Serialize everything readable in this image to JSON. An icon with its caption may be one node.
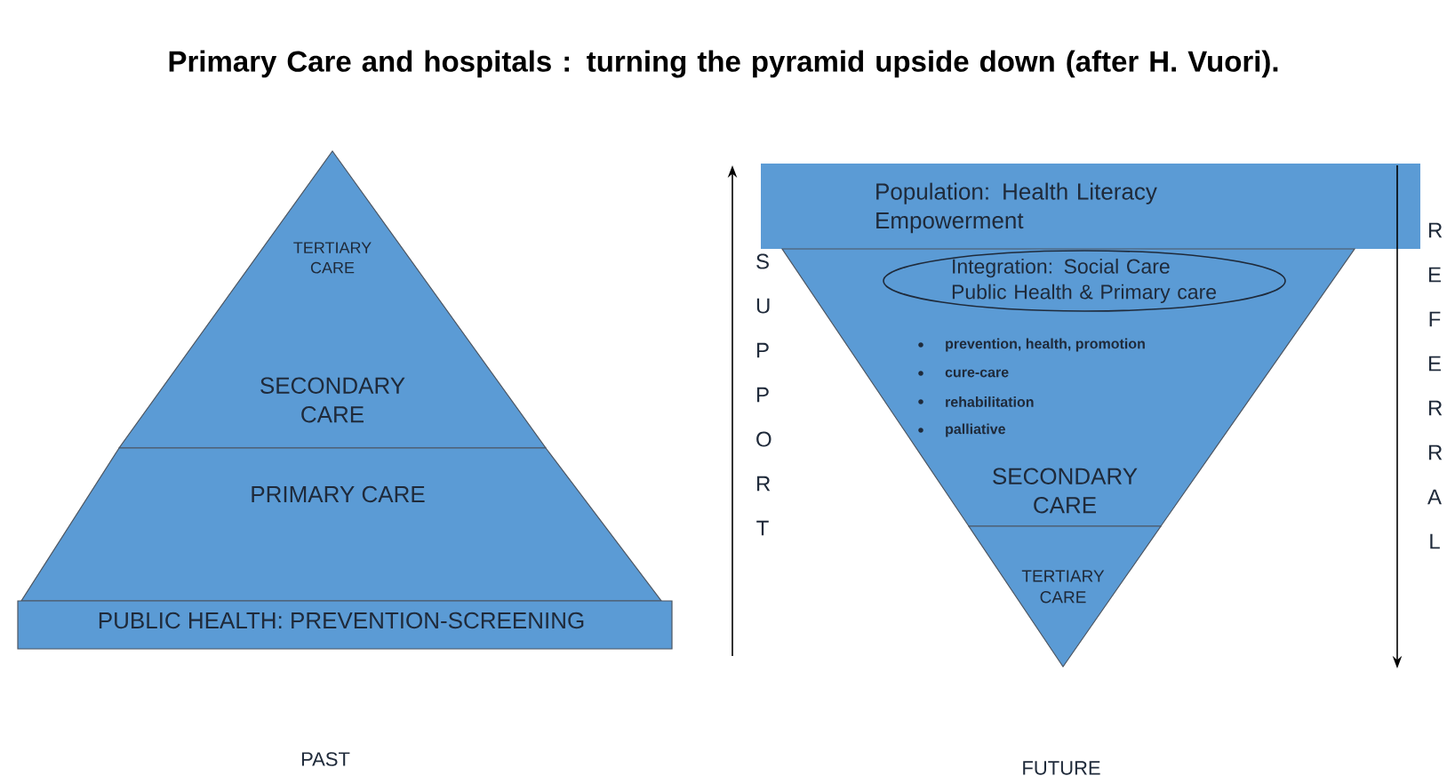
{
  "diagram": {
    "title": "Primary Care and hospitals : turning the pyramid upside down (after H. Vuori).",
    "nodes": [
      {
        "text": [
          "TERTIARY CARE",
          "SECONDARY CARE"
        ]
      },
      {
        "text": [
          "PRIMARY CARE"
        ]
      },
      {
        "text": [
          "PUBLIC HEALTH: PREVENTION-SCREENING"
        ]
      },
      {
        "text": [
          "Population: Health Literacy Empowerment"
        ]
      },
      {
        "text": [
          "prevention, health, promotion",
          "cure-care",
          "rehabilitation",
          "palliative",
          "SECONDARY CARE"
        ]
      },
      {
        "text": [
          "Integration: Social Care Public Health & Primary care"
        ],
        "in": 4
      },
      {
        "text": [
          "TERTIARY CARE"
        ]
      }
    ],
    "edges": [],
    "labels": [
      "S U P P O R T",
      "R E F E R R A L",
      "PAST",
      "FUTURE"
    ]
  }
}
